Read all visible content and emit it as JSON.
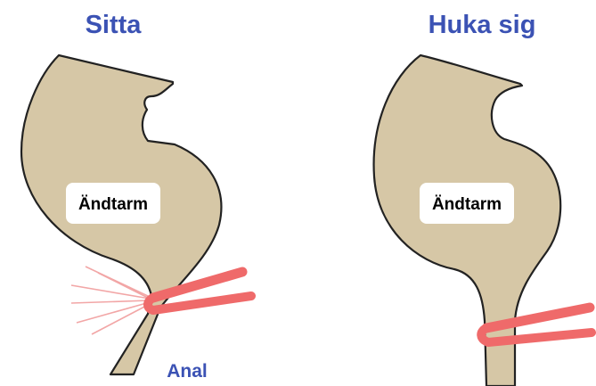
{
  "panels": {
    "sitting": {
      "title": "Sitta",
      "organ_label": "Ändtarm",
      "opening_label": "Anal"
    },
    "squatting": {
      "title": "Huka sig",
      "organ_label": "Ändtarm"
    }
  },
  "colors": {
    "title": "#3b52b4",
    "organ_fill": "#d6c7a6",
    "organ_outline": "#222222",
    "muscle": "#ef6a6a",
    "strain_rays": "#f2a6a6",
    "label_box": "#ffffff",
    "anal_label": "#3b52b4"
  }
}
